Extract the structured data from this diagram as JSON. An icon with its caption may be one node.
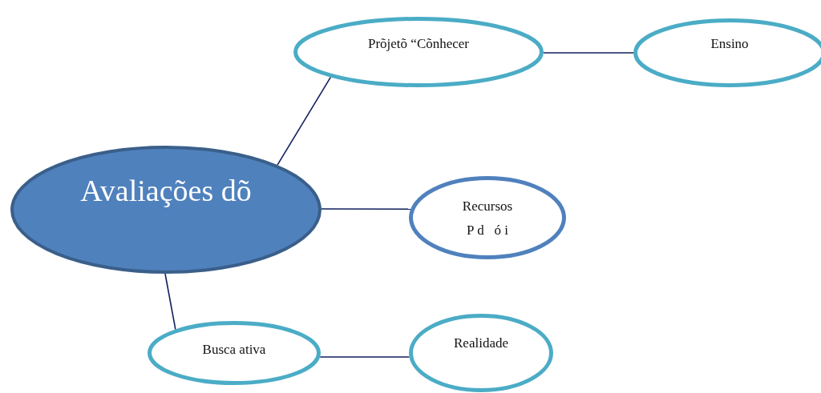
{
  "diagram": {
    "nodes": [
      {
        "text": [
          "Avaliações dõ"
        ]
      },
      {
        "text": [
          "Prõjetõ “Cõnhecer"
        ]
      },
      {
        "text": [
          "Ensino"
        ]
      },
      {
        "text": [
          "Recursos",
          "P d   ó i"
        ]
      },
      {
        "text": [
          "Busca ativa"
        ]
      },
      {
        "text": [
          "Realidade"
        ]
      }
    ],
    "edges": [
      {
        "from": 0,
        "to": 1,
        "arrow": "none"
      },
      {
        "from": 1,
        "to": 2,
        "arrow": "none"
      },
      {
        "from": 0,
        "to": 3,
        "arrow": "none"
      },
      {
        "from": 0,
        "to": 4,
        "arrow": "none"
      },
      {
        "from": 4,
        "to": 5,
        "arrow": "none"
      }
    ]
  }
}
